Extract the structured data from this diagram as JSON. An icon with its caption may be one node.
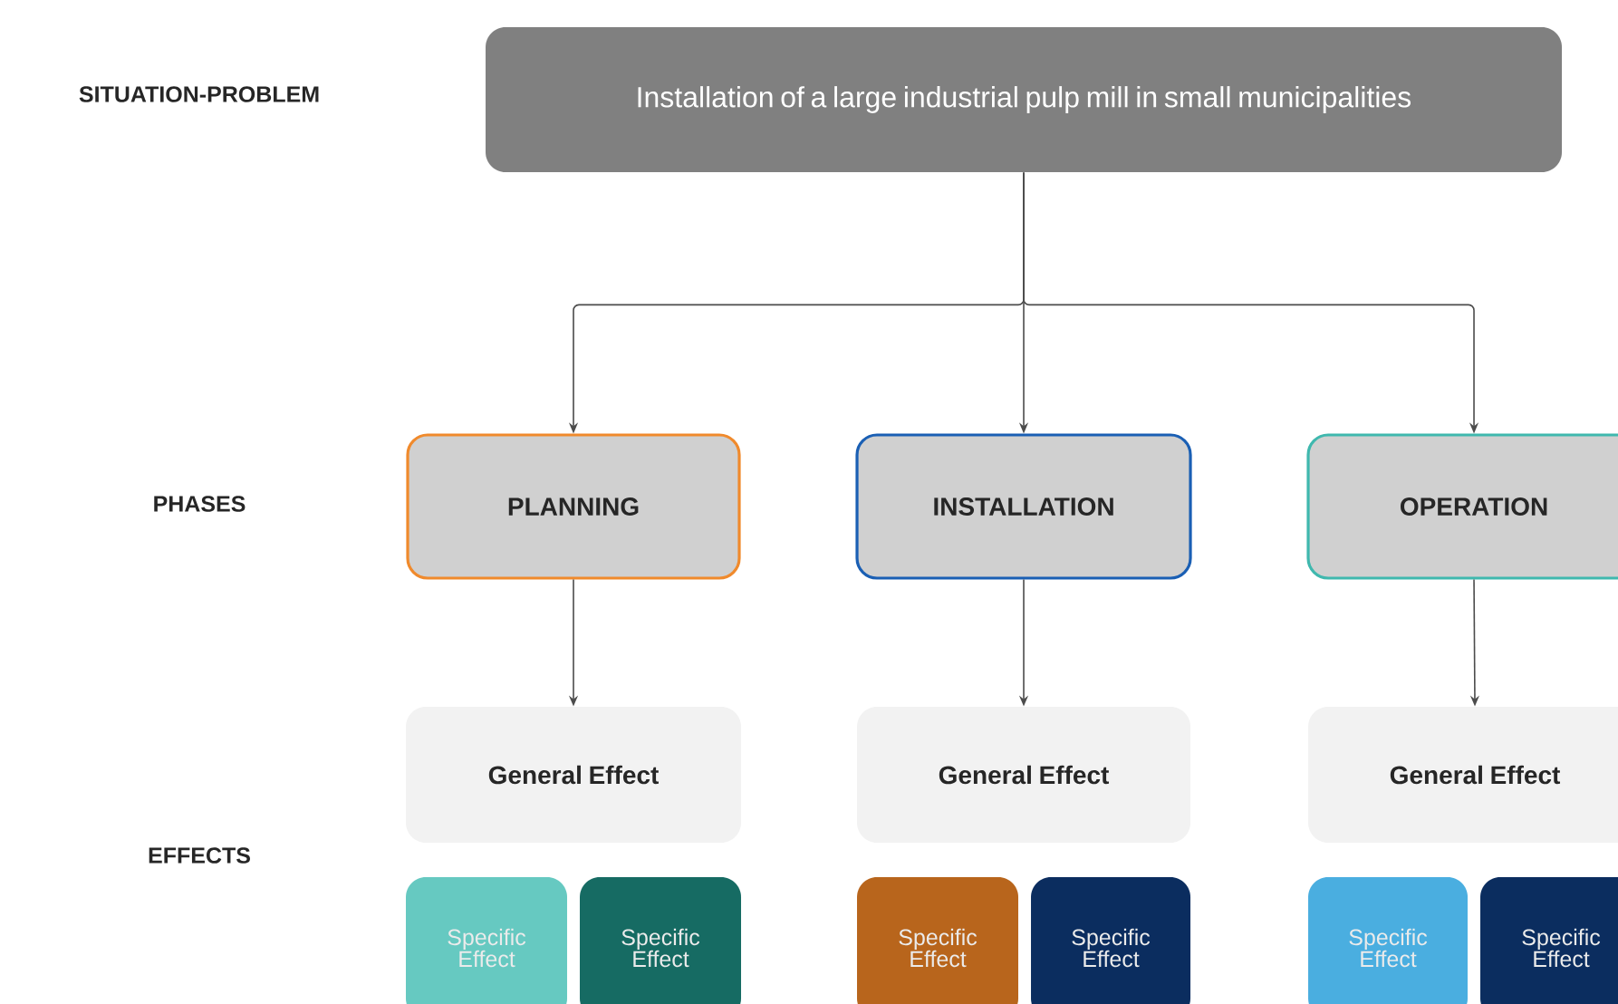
{
  "diagram": {
    "nodes": [
      {
        "text": [
          "Installation of a large industrial pulp mill in small municipalities"
        ]
      },
      {
        "text": [
          "PLANNING"
        ]
      },
      {
        "text": [
          "INSTALLATION"
        ]
      },
      {
        "text": [
          "OPERATION"
        ]
      },
      {
        "text": [
          "General Effect"
        ]
      },
      {
        "text": [
          "General Effect"
        ]
      },
      {
        "text": [
          "General Effect"
        ]
      },
      {
        "text": [
          "Specific Effect"
        ]
      },
      {
        "text": [
          "Specific Effect"
        ]
      },
      {
        "text": [
          "Specific Effect"
        ]
      },
      {
        "text": [
          "Specific Effect"
        ]
      },
      {
        "text": [
          "Specific Effect"
        ]
      },
      {
        "text": [
          "Specific Effect"
        ]
      }
    ],
    "edges": [
      {
        "from": 0,
        "to": 1,
        "arrow": "to"
      },
      {
        "from": 0,
        "to": 2,
        "arrow": "to"
      },
      {
        "from": 0,
        "to": 3,
        "arrow": "to"
      },
      {
        "from": 1,
        "to": 4,
        "arrow": "to"
      },
      {
        "from": 2,
        "to": 5,
        "arrow": "to"
      },
      {
        "from": 3,
        "to": 6,
        "arrow": "to"
      }
    ],
    "labels": [
      "SITUATION-PROBLEM",
      "PHASES",
      "EFFECTS"
    ]
  }
}
